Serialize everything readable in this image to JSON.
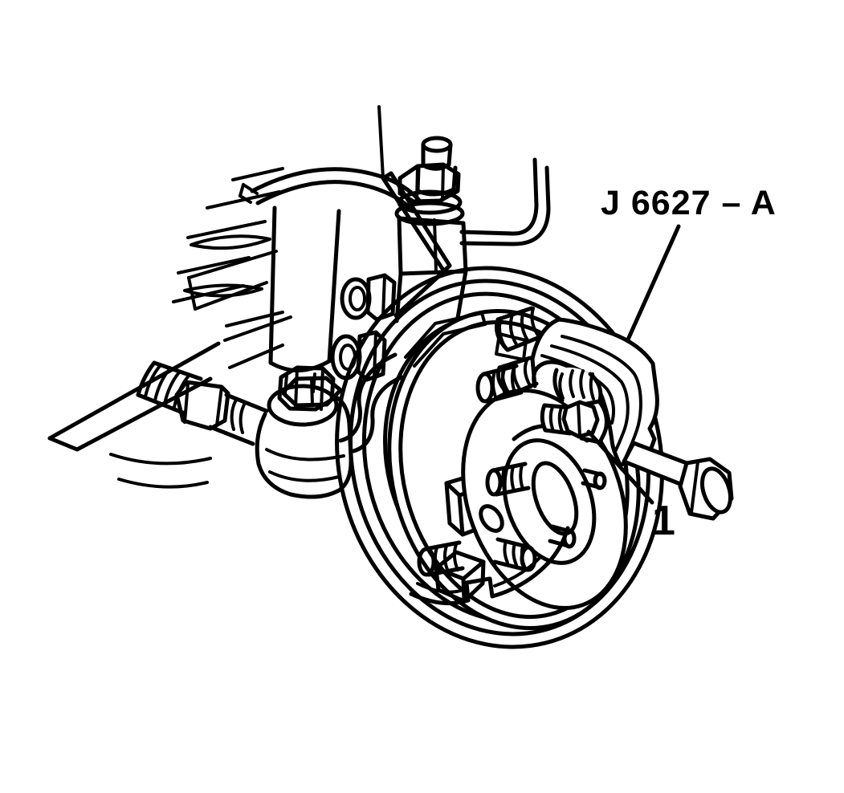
{
  "figure": {
    "type": "technical-line-illustration",
    "subject": "wheel stud removal with puller tool on rear hub and backing plate",
    "tool_label": "J 6627 – A",
    "callout_1": "1",
    "colors": {
      "ink": "#000000",
      "paper": "#ffffff"
    }
  }
}
